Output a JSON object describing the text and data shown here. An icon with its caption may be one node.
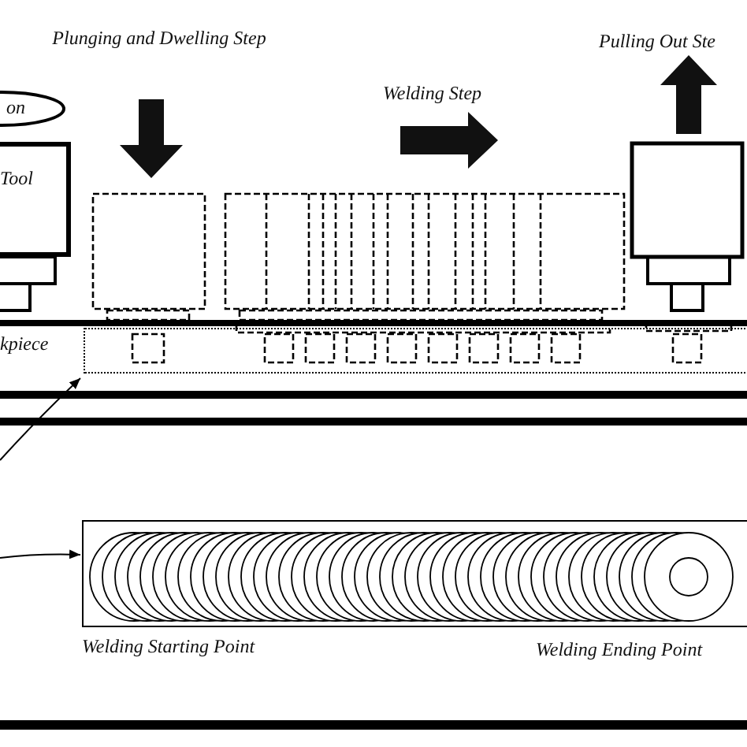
{
  "diagram": {
    "nodes": [
      {
        "text": [
          "on"
        ]
      },
      {
        "text": [
          "Tool"
        ]
      },
      {
        "text": [],
        "shape": "box",
        "beside": [
          "kpiece"
        ]
      },
      {
        "text": [],
        "shape": "box",
        "beside": [
          "Welding Starting Point",
          "Welding Ending Point"
        ]
      }
    ],
    "edges": [
      {
        "from": null,
        "to": 2,
        "arrow": "to"
      },
      {
        "from": null,
        "to": 3,
        "arrow": "to"
      }
    ],
    "labels": [
      "Plunging and Dwelling Step",
      "Pulling Out Ste",
      "Welding Step"
    ]
  }
}
